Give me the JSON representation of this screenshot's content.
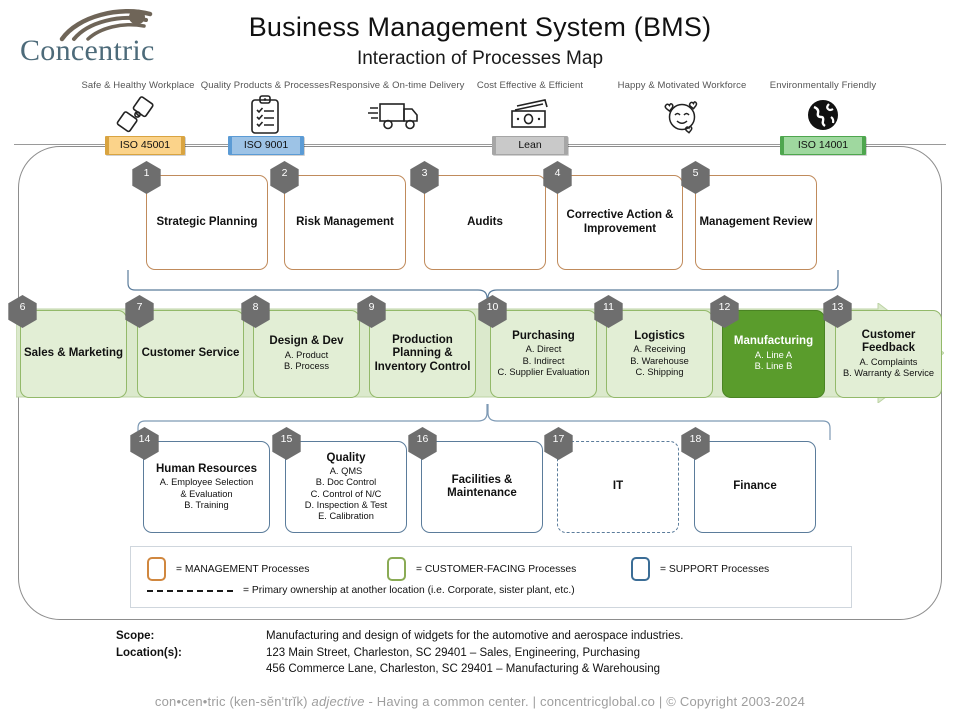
{
  "brand": {
    "name": "Concentric",
    "logo_icon": "concentric-swoosh-logo"
  },
  "header": {
    "title": "Business Management System (BMS)",
    "subtitle": "Interaction of Processes Map"
  },
  "outcomes": [
    {
      "caption": "Safe & Healthy Workplace",
      "icon": "safety-goggles-icon",
      "badge": {
        "label": "ISO 45001",
        "fill": "#fbd38a",
        "border": "#d9a441",
        "tick": "#d9a441"
      }
    },
    {
      "caption": "Quality Products & Processes",
      "icon": "clipboard-checklist-icon",
      "badge": {
        "label": "ISO 9001",
        "fill": "#9dc3e6",
        "border": "#5b9bd5",
        "tick": "#5b9bd5"
      }
    },
    {
      "caption": "Responsive & On-time Delivery",
      "icon": "delivery-truck-icon",
      "badge": null
    },
    {
      "caption": "Cost Effective & Efficient",
      "icon": "money-bill-icon",
      "badge": {
        "label": "Lean",
        "fill": "#c9c9c9",
        "border": "#a6a6a6",
        "tick": "#a6a6a6"
      }
    },
    {
      "caption": "Happy & Motivated Workforce",
      "icon": "smiling-face-hearts-icon",
      "badge": null
    },
    {
      "caption": "Environmentally Friendly",
      "icon": "globe-earth-icon",
      "badge": {
        "label": "ISO 14001",
        "fill": "#9fd89f",
        "border": "#4ea64e",
        "tick": "#4ea64e"
      }
    }
  ],
  "management": {
    "type_color": "#c08b5c",
    "items": [
      {
        "num": "1",
        "title": "Strategic Planning",
        "subs": []
      },
      {
        "num": "2",
        "title": "Risk Management",
        "subs": []
      },
      {
        "num": "3",
        "title": "Audits",
        "subs": []
      },
      {
        "num": "4",
        "title": "Corrective Action & Improvement",
        "subs": []
      },
      {
        "num": "5",
        "title": "Management Review",
        "subs": []
      }
    ]
  },
  "customer_facing": {
    "type_color": "#93b96a",
    "items": [
      {
        "num": "6",
        "title": "Sales & Marketing",
        "subs": [],
        "highlight": false
      },
      {
        "num": "7",
        "title": "Customer Service",
        "subs": [],
        "highlight": false
      },
      {
        "num": "8",
        "title": "Design & Dev",
        "subs": [
          "A. Product",
          "B. Process"
        ],
        "highlight": false
      },
      {
        "num": "9",
        "title": "Production Planning & Inventory Control",
        "subs": [],
        "highlight": false
      },
      {
        "num": "10",
        "title": "Purchasing",
        "subs": [
          "A. Direct",
          "B. Indirect",
          "C. Supplier Evaluation"
        ],
        "highlight": false
      },
      {
        "num": "11",
        "title": "Logistics",
        "subs": [
          "A. Receiving",
          "B. Warehouse",
          "C. Shipping"
        ],
        "highlight": false
      },
      {
        "num": "12",
        "title": "Manufacturing",
        "subs": [
          "A.  Line A",
          "B.  Line B"
        ],
        "highlight": true
      },
      {
        "num": "13",
        "title": "Customer Feedback",
        "subs": [
          "A. Complaints",
          "B. Warranty & Service"
        ],
        "highlight": false
      }
    ]
  },
  "support": {
    "type_color": "#5b7c9b",
    "items": [
      {
        "num": "14",
        "title": "Human Resources",
        "subs": [
          "A. Employee Selection",
          "& Evaluation",
          "B. Training"
        ],
        "dashed": false
      },
      {
        "num": "15",
        "title": "Quality",
        "subs": [
          "A. QMS",
          "B. Doc Control",
          "C. Control of N/C",
          "D. Inspection & Test",
          "E. Calibration"
        ],
        "dashed": false
      },
      {
        "num": "16",
        "title": "Facilities & Maintenance",
        "subs": [],
        "dashed": false
      },
      {
        "num": "17",
        "title": "IT",
        "subs": [],
        "dashed": true
      },
      {
        "num": "18",
        "title": "Finance",
        "subs": [],
        "dashed": false
      }
    ]
  },
  "legend": {
    "entries": [
      {
        "label": "= MANAGEMENT Processes",
        "color": "#d0873f"
      },
      {
        "label": "= CUSTOMER-FACING Processes",
        "color": "#8aab55"
      },
      {
        "label": "= SUPPORT Processes",
        "color": "#3b6d96"
      }
    ],
    "dashed_note": "= Primary ownership at another location (i.e. Corporate, sister plant, etc.)"
  },
  "scope": {
    "scope_label": "Scope:",
    "scope_value": "Manufacturing and design of widgets for the automotive and aerospace industries.",
    "location_label": "Location(s):",
    "location_line1": "123 Main Street, Charleston, SC 29401 – Sales, Engineering, Purchasing",
    "location_line2": "456 Commerce Lane, Charleston, SC 29401 – Manufacturing & Warehousing"
  },
  "footer": {
    "definition_word": "con•cen•tric (ken-sĕn'trĭk)",
    "definition_pos": "adjective",
    "definition_text": "- Having a common center.",
    "separator1": "|",
    "site": "concentricglobal.co",
    "separator2": "|",
    "copyright": "© Copyright 2003-2024"
  }
}
